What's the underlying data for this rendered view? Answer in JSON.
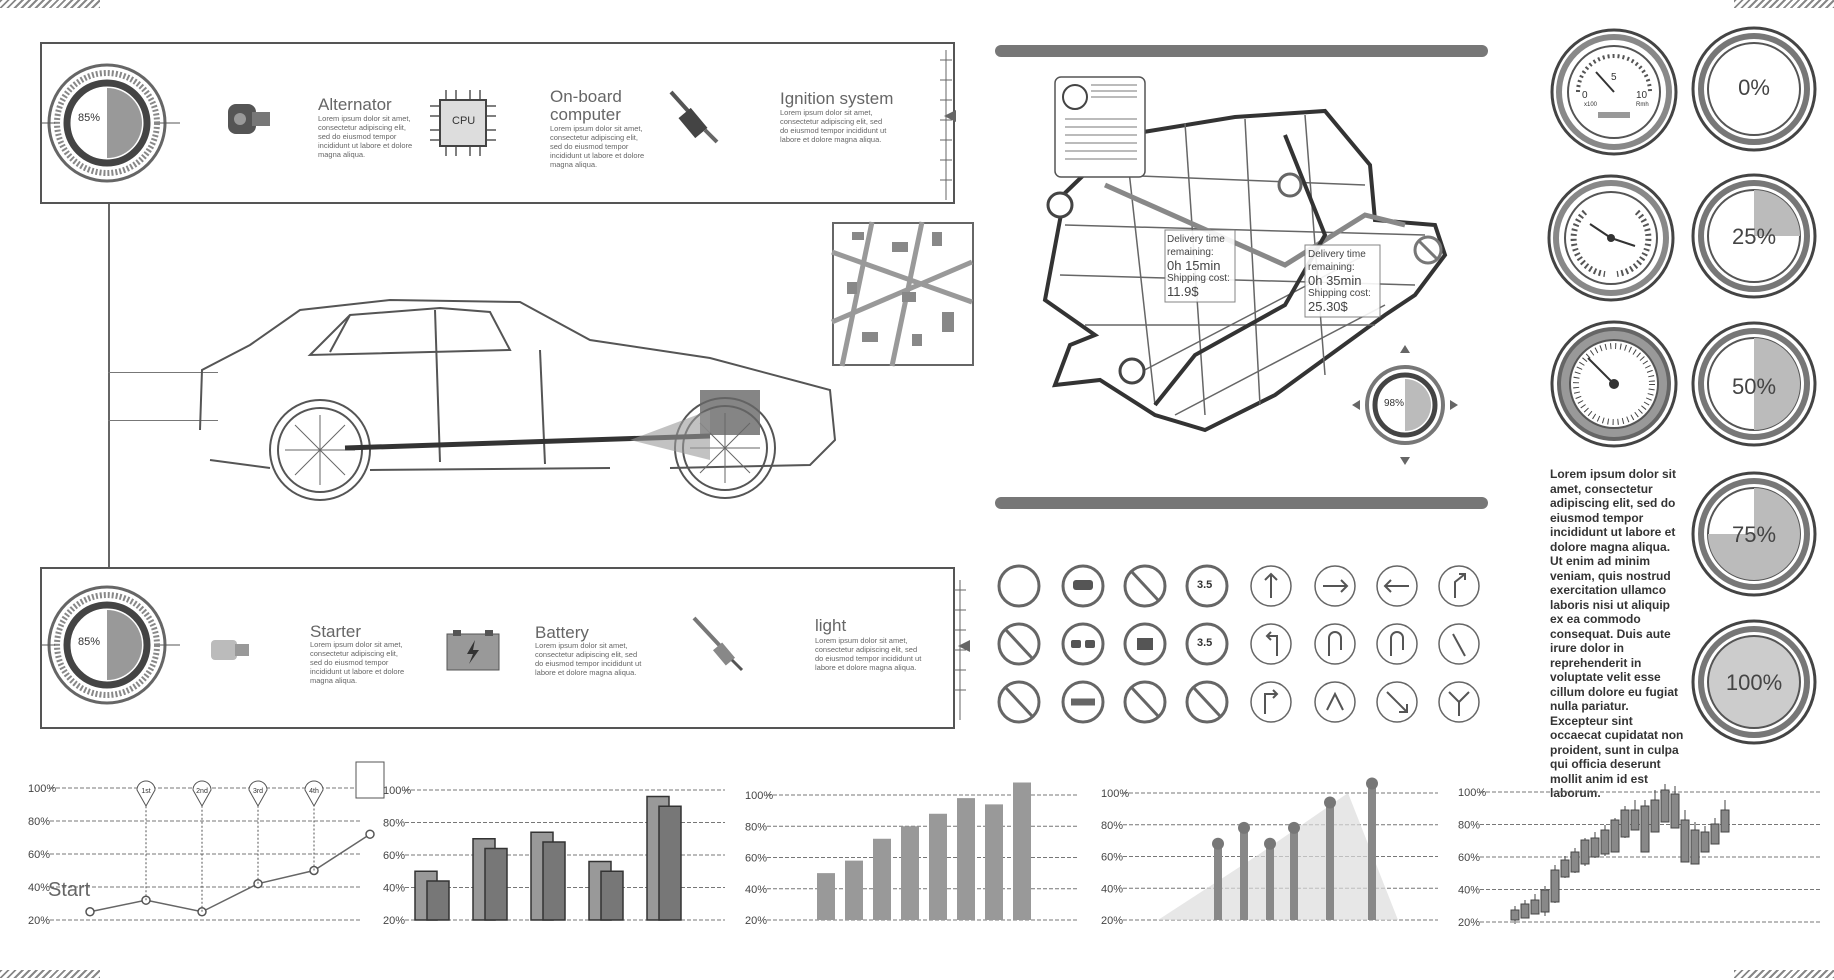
{
  "top_panel": {
    "gauge_value": "85%",
    "items": [
      {
        "title": "Alternator",
        "desc": "Lorem ipsum dolor sit amet, consectetur adipiscing elit, sed do eiusmod tempor incididunt ut labore et dolore magna aliqua.",
        "icon": "alternator-icon"
      },
      {
        "title": "On-board computer",
        "desc": "Lorem ipsum dolor sit amet, consectetur adipiscing elit, sed do eiusmod tempor incididunt ut labore et dolore magna aliqua.",
        "icon": "cpu-icon",
        "icon_text": "CPU"
      },
      {
        "title": "Ignition system",
        "desc": "Lorem ipsum dolor sit amet, consectetur adipiscing elit, sed do eiusmod tempor incididunt ut labore et dolore magna aliqua.",
        "icon": "spark-plug-icon"
      }
    ]
  },
  "bottom_panel": {
    "gauge_value": "85%",
    "items": [
      {
        "title": "Starter",
        "desc": "Lorem ipsum dolor sit amet, consectetur adipiscing elit, sed do eiusmod tempor incididunt ut labore et dolore magna aliqua.",
        "icon": "starter-icon"
      },
      {
        "title": "Battery",
        "desc": "Lorem ipsum dolor sit amet, consectetur adipiscing elit, sed do eiusmod tempor incididunt ut labore et dolore magna aliqua.",
        "icon": "battery-icon"
      },
      {
        "title": "light",
        "desc": "Lorem ipsum dolor sit amet, consectetur adipiscing elit, sed do eiusmod tempor incididunt ut labore et dolore magna aliqua.",
        "icon": "bulb-icon"
      }
    ]
  },
  "map": {
    "delivery_1": {
      "line1": "Delivery time",
      "line2": "remaining:",
      "line3": "0h 15min",
      "line4": "Shipping cost:",
      "line5": "11.9$"
    },
    "delivery_2": {
      "line1": "Delivery time",
      "line2": "remaining:",
      "line3": "0h 35min",
      "line4": "Shipping cost:",
      "line5": "25.30$"
    },
    "mini_gauge_value": "98%"
  },
  "dials": {
    "speedometer": {
      "ticks": [
        "0",
        "5",
        "10"
      ],
      "unit_left": "x100",
      "unit_right": "Rmh"
    }
  },
  "percent_rings": [
    {
      "label": "0%",
      "value": 0
    },
    {
      "label": "25%",
      "value": 25
    },
    {
      "label": "50%",
      "value": 50
    },
    {
      "label": "75%",
      "value": 75
    },
    {
      "label": "100%",
      "value": 100
    }
  ],
  "body_text": "Lorem ipsum dolor sit amet, consectetur adipiscing elit, sed do eiusmod tempor incididunt ut labore et dolore magna aliqua. Ut enim ad minim veniam, quis nostrud exercitation ullamco laboris nisi ut aliquip ex ea commodo consequat. Duis aute irure dolor in reprehenderit in voluptate velit esse cillum dolore eu fugiat nulla pariatur. Excepteur sint occaecat cupidatat non proident, sunt in culpa qui officia deserunt mollit anim id est laborum.",
  "sign_texts": {
    "speed_limit_1": "3.5",
    "speed_limit_2": "3.5"
  },
  "chart_data": [
    {
      "type": "line",
      "start_label": "Start",
      "y_ticks": [
        "100%",
        "80%",
        "60%",
        "40%",
        "20%"
      ],
      "x": [
        1,
        2,
        3,
        4,
        5,
        6
      ],
      "values": [
        25,
        32,
        25,
        42,
        50,
        72
      ],
      "markers": [
        "1st",
        "2nd",
        "3rd",
        "4th"
      ],
      "ylim": [
        20,
        100
      ]
    },
    {
      "type": "bar",
      "y_ticks": [
        "100%",
        "80%",
        "60%",
        "40%",
        "20%"
      ],
      "series": [
        {
          "values": [
            50,
            70,
            74,
            56,
            96
          ]
        },
        {
          "values": [
            44,
            64,
            68,
            50,
            90
          ]
        }
      ],
      "ylim": [
        20,
        100
      ]
    },
    {
      "type": "bar",
      "y_ticks": [
        "100%",
        "80%",
        "60%",
        "40%",
        "20%"
      ],
      "values": [
        50,
        58,
        72,
        80,
        88,
        98,
        94,
        108
      ],
      "ylim": [
        20,
        100
      ]
    },
    {
      "type": "bar",
      "y_ticks": [
        "100%",
        "80%",
        "60%",
        "40%",
        "20%"
      ],
      "values": [
        68,
        78,
        68,
        78,
        94,
        106
      ],
      "ylim": [
        20,
        100
      ]
    },
    {
      "type": "candlestick",
      "y_ticks": [
        "100%",
        "80%",
        "60%",
        "40%",
        "20%"
      ],
      "ylim": [
        20,
        100
      ]
    }
  ]
}
